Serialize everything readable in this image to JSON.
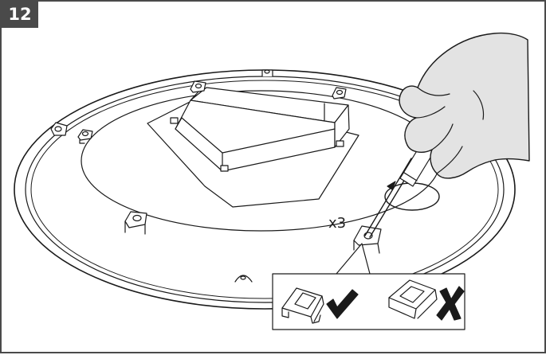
{
  "step": {
    "number": "12",
    "badge_color": "#4a4a4a"
  },
  "quantity_label": "x3",
  "clip_orientation": [
    {
      "result": "correct",
      "mark_icon": "check-mark-icon"
    },
    {
      "result": "incorrect",
      "mark_icon": "cross-mark-icon"
    }
  ],
  "colors": {
    "hand_fill": "#e3e3e3",
    "line": "#1a1a1a",
    "frame": "#4a4a4a"
  }
}
